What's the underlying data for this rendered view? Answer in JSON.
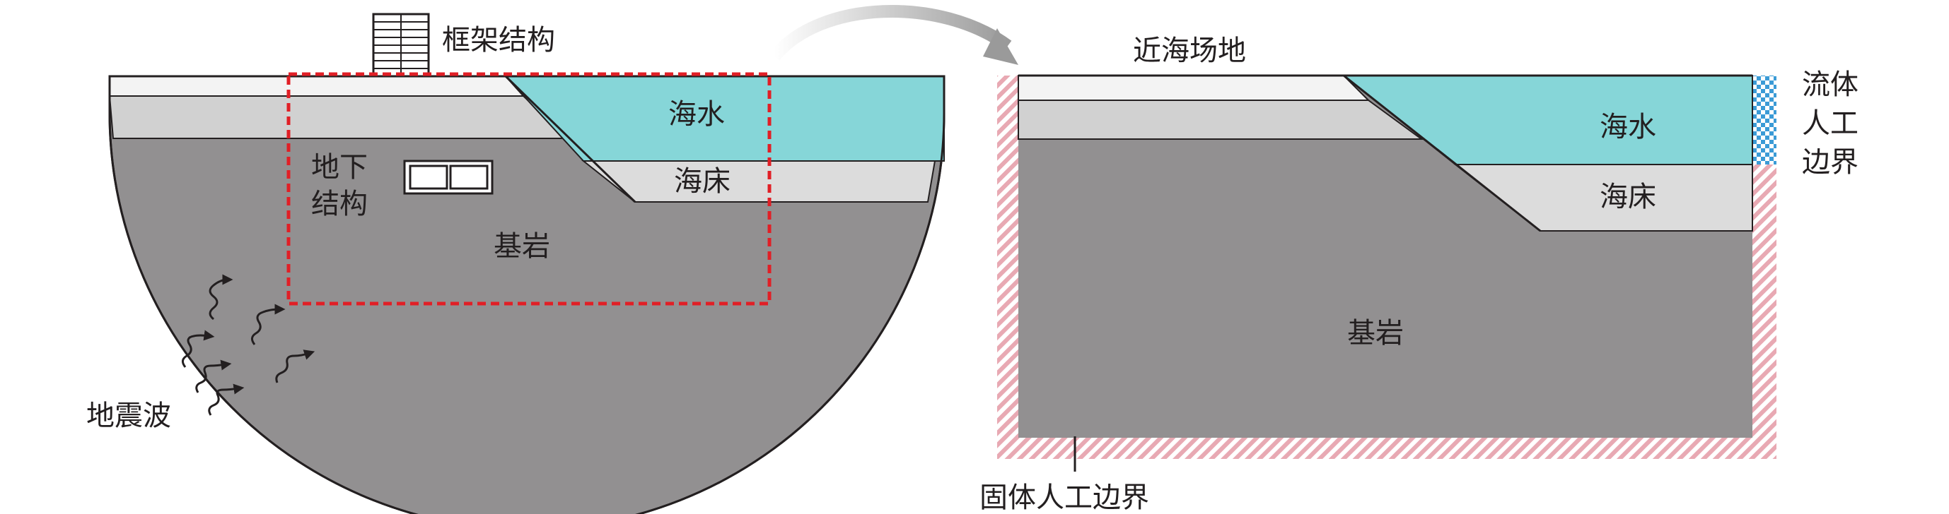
{
  "left_panel": {
    "frame_structure_label": "框架结构",
    "underground_structure_label_line1": "地下",
    "underground_structure_label_line2": "结构",
    "seawater_label": "海水",
    "seabed_label": "海床",
    "bedrock_label": "基岩",
    "seismic_wave_label": "地震波"
  },
  "right_panel": {
    "site_label": "近海场地",
    "seawater_label": "海水",
    "seabed_label": "海床",
    "bedrock_label": "基岩",
    "fluid_boundary_line1": "流体",
    "fluid_boundary_line2": "人工",
    "fluid_boundary_line3": "边界",
    "solid_boundary_label": "固体人工边界"
  },
  "colors": {
    "bedrock": "#929091",
    "layer_light": "#f3f3f3",
    "layer_mid": "#d1d1d1",
    "seawater": "#86d6d8",
    "seabed": "#dcdcdc",
    "selection_box": "#e11f26",
    "solid_boundary_hatch": "#e8a9b3",
    "fluid_boundary_hatch": "#3b9bd6",
    "arrow": "#9a9a9a",
    "outline": "#231f20"
  }
}
